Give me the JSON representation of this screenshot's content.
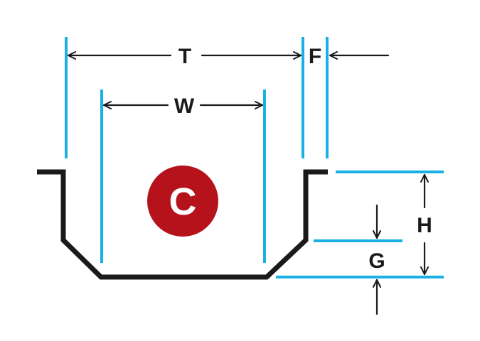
{
  "labels": {
    "T": "T",
    "W": "W",
    "F": "F",
    "H": "H",
    "G": "G"
  },
  "badge": {
    "letter": "C",
    "color": "#b5121b",
    "text_color": "#ffffff"
  },
  "colors": {
    "extension_lines": "#1ab0e6",
    "profile": "#1a1a1a",
    "arrows": "#1a1a1a"
  }
}
